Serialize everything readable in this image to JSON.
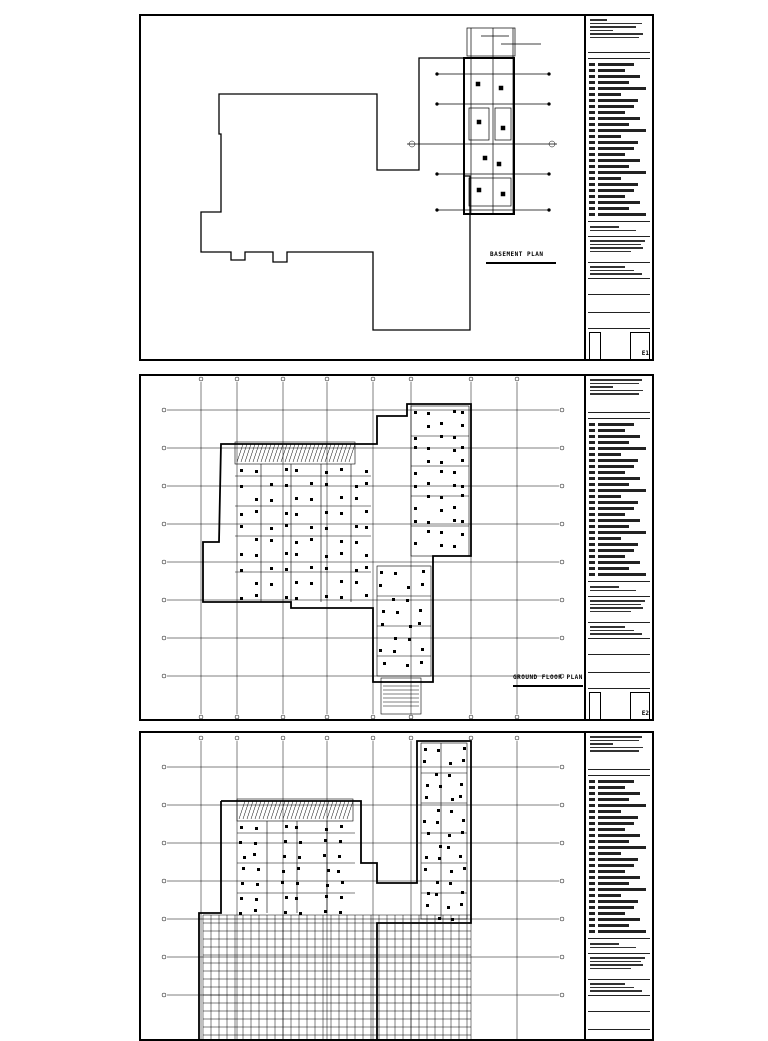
{
  "sheets": [
    {
      "title": "BASEMENT PLAN",
      "sheet_no": "E1"
    },
    {
      "title": "GROUND FLOOR PLAN",
      "sheet_no": "E2"
    },
    {
      "title": "",
      "sheet_no": ""
    }
  ],
  "colors": {
    "line": "#000000",
    "paper": "#ffffff"
  }
}
